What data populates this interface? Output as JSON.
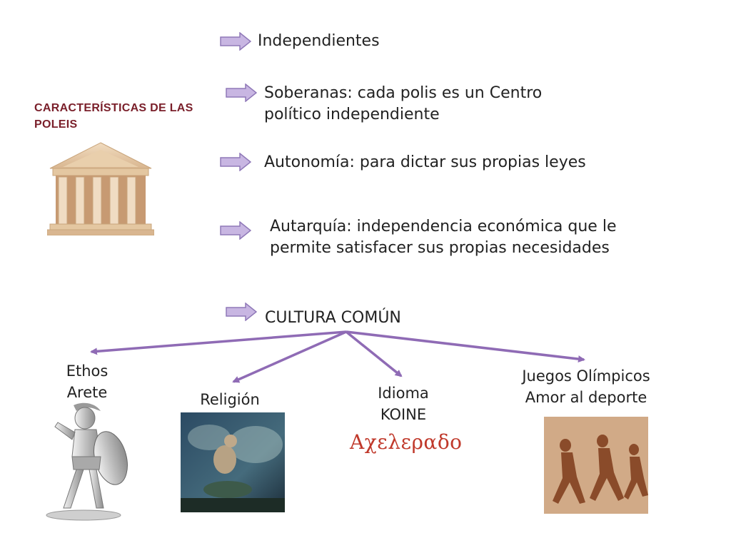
{
  "slide_title": "CARACTERÍSTICAS DE LAS POLEIS",
  "characteristics": [
    {
      "text": "Independientes"
    },
    {
      "text": "Soberanas: cada polis es un Centro político  independiente"
    },
    {
      "text": "Autonomía: para dictar sus propias leyes"
    },
    {
      "text": "Autarquía: independencia económica que le permite satisfacer sus propias necesidades"
    },
    {
      "text": "CULTURA COMÚN"
    }
  ],
  "culture_branches": [
    {
      "line1": "Ethos",
      "line2": "Arete"
    },
    {
      "line1": "Religión"
    },
    {
      "line1": "Idioma",
      "line2": "KOINE"
    },
    {
      "line1": "Juegos Olímpicos",
      "line2": "Amor al deporte"
    }
  ],
  "koine_example": "Αχελεραδο",
  "colors": {
    "arrow_fill": "#c8b6e2",
    "arrow_stroke": "#8f78b8",
    "branch_line": "#8f6bb5",
    "title": "#7a1f2a",
    "koine_word": "#c0392b"
  }
}
